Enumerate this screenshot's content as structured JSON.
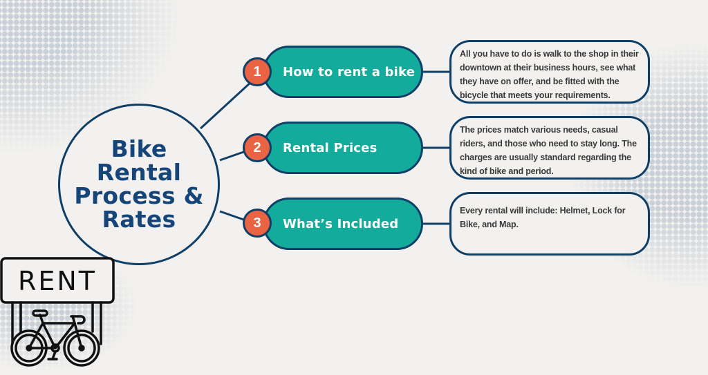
{
  "title": "Bike\nRental\nProcess &\nRates",
  "colors": {
    "background": "#f2f1ef",
    "navy": "#0f3e66",
    "title_blue": "#16457a",
    "teal": "#13ab9c",
    "orange": "#ea6444",
    "halftone": "#c9d0d7"
  },
  "steps": [
    {
      "number": "1",
      "label": "How to rent a bike",
      "description": "All you have to do is walk to the shop in their downtown at their business hours, see what they have on offer, and be fitted with the bicycle that meets your requirements."
    },
    {
      "number": "2",
      "label": "Rental Prices",
      "description": "The prices match various needs, casual riders, and those who need to stay long. The charges are usually standard regarding the kind of bike and period."
    },
    {
      "number": "3",
      "label": "What’s Included",
      "description": "Every rental will include: Helmet, Lock for Bike, and Map."
    }
  ],
  "rent_sign": {
    "text": "RENT",
    "icon": "bicycle-icon"
  }
}
